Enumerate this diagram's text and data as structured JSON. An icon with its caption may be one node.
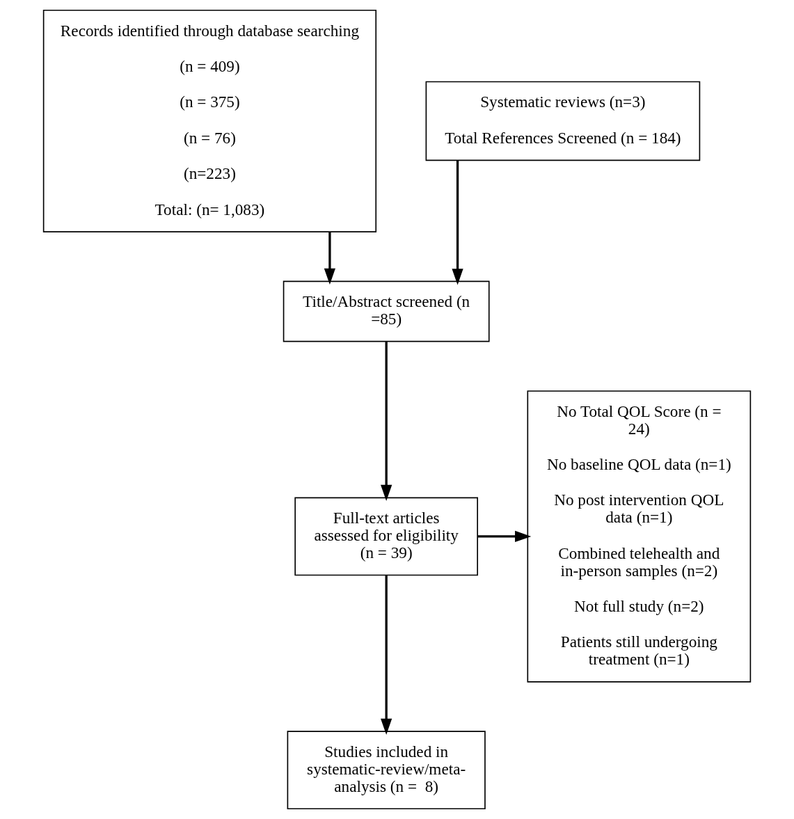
{
  "diagram": {
    "nodes": [
      {
        "text": [
          "Records identified through database searching",
          "(n = 409)",
          "(n = 375)",
          "(n = 76)",
          "(n=223)",
          "Total: (n= 1,083)"
        ]
      },
      {
        "text": [
          "Systematic reviews (n=3)",
          "Total References Screened (n = 184)"
        ]
      },
      {
        "text": [
          "Title/Abstract screened (n =85)"
        ]
      },
      {
        "text": [
          "Full-text articles assessed for eligibility (n = 39)"
        ]
      },
      {
        "text": [
          "Studies included in systematic-review/meta-analysis (n =  8)"
        ]
      },
      {
        "text": [
          "No Total QOL Score (n = 24)",
          "No baseline QOL data (n=1)",
          "No post intervention QOL data (n=1)",
          "Combined telehealth and in-person samples (n=2)",
          "Not full study (n=2)",
          "Patients still undergoing treatment (n=1)"
        ]
      }
    ],
    "edges": [
      {
        "from": 0,
        "to": 2,
        "arrow": "to"
      },
      {
        "from": 1,
        "to": 2,
        "arrow": "to"
      },
      {
        "from": 2,
        "to": 3,
        "arrow": "to"
      },
      {
        "from": 3,
        "to": 4,
        "arrow": "to"
      },
      {
        "from": 3,
        "to": 5,
        "arrow": "to"
      }
    ]
  }
}
